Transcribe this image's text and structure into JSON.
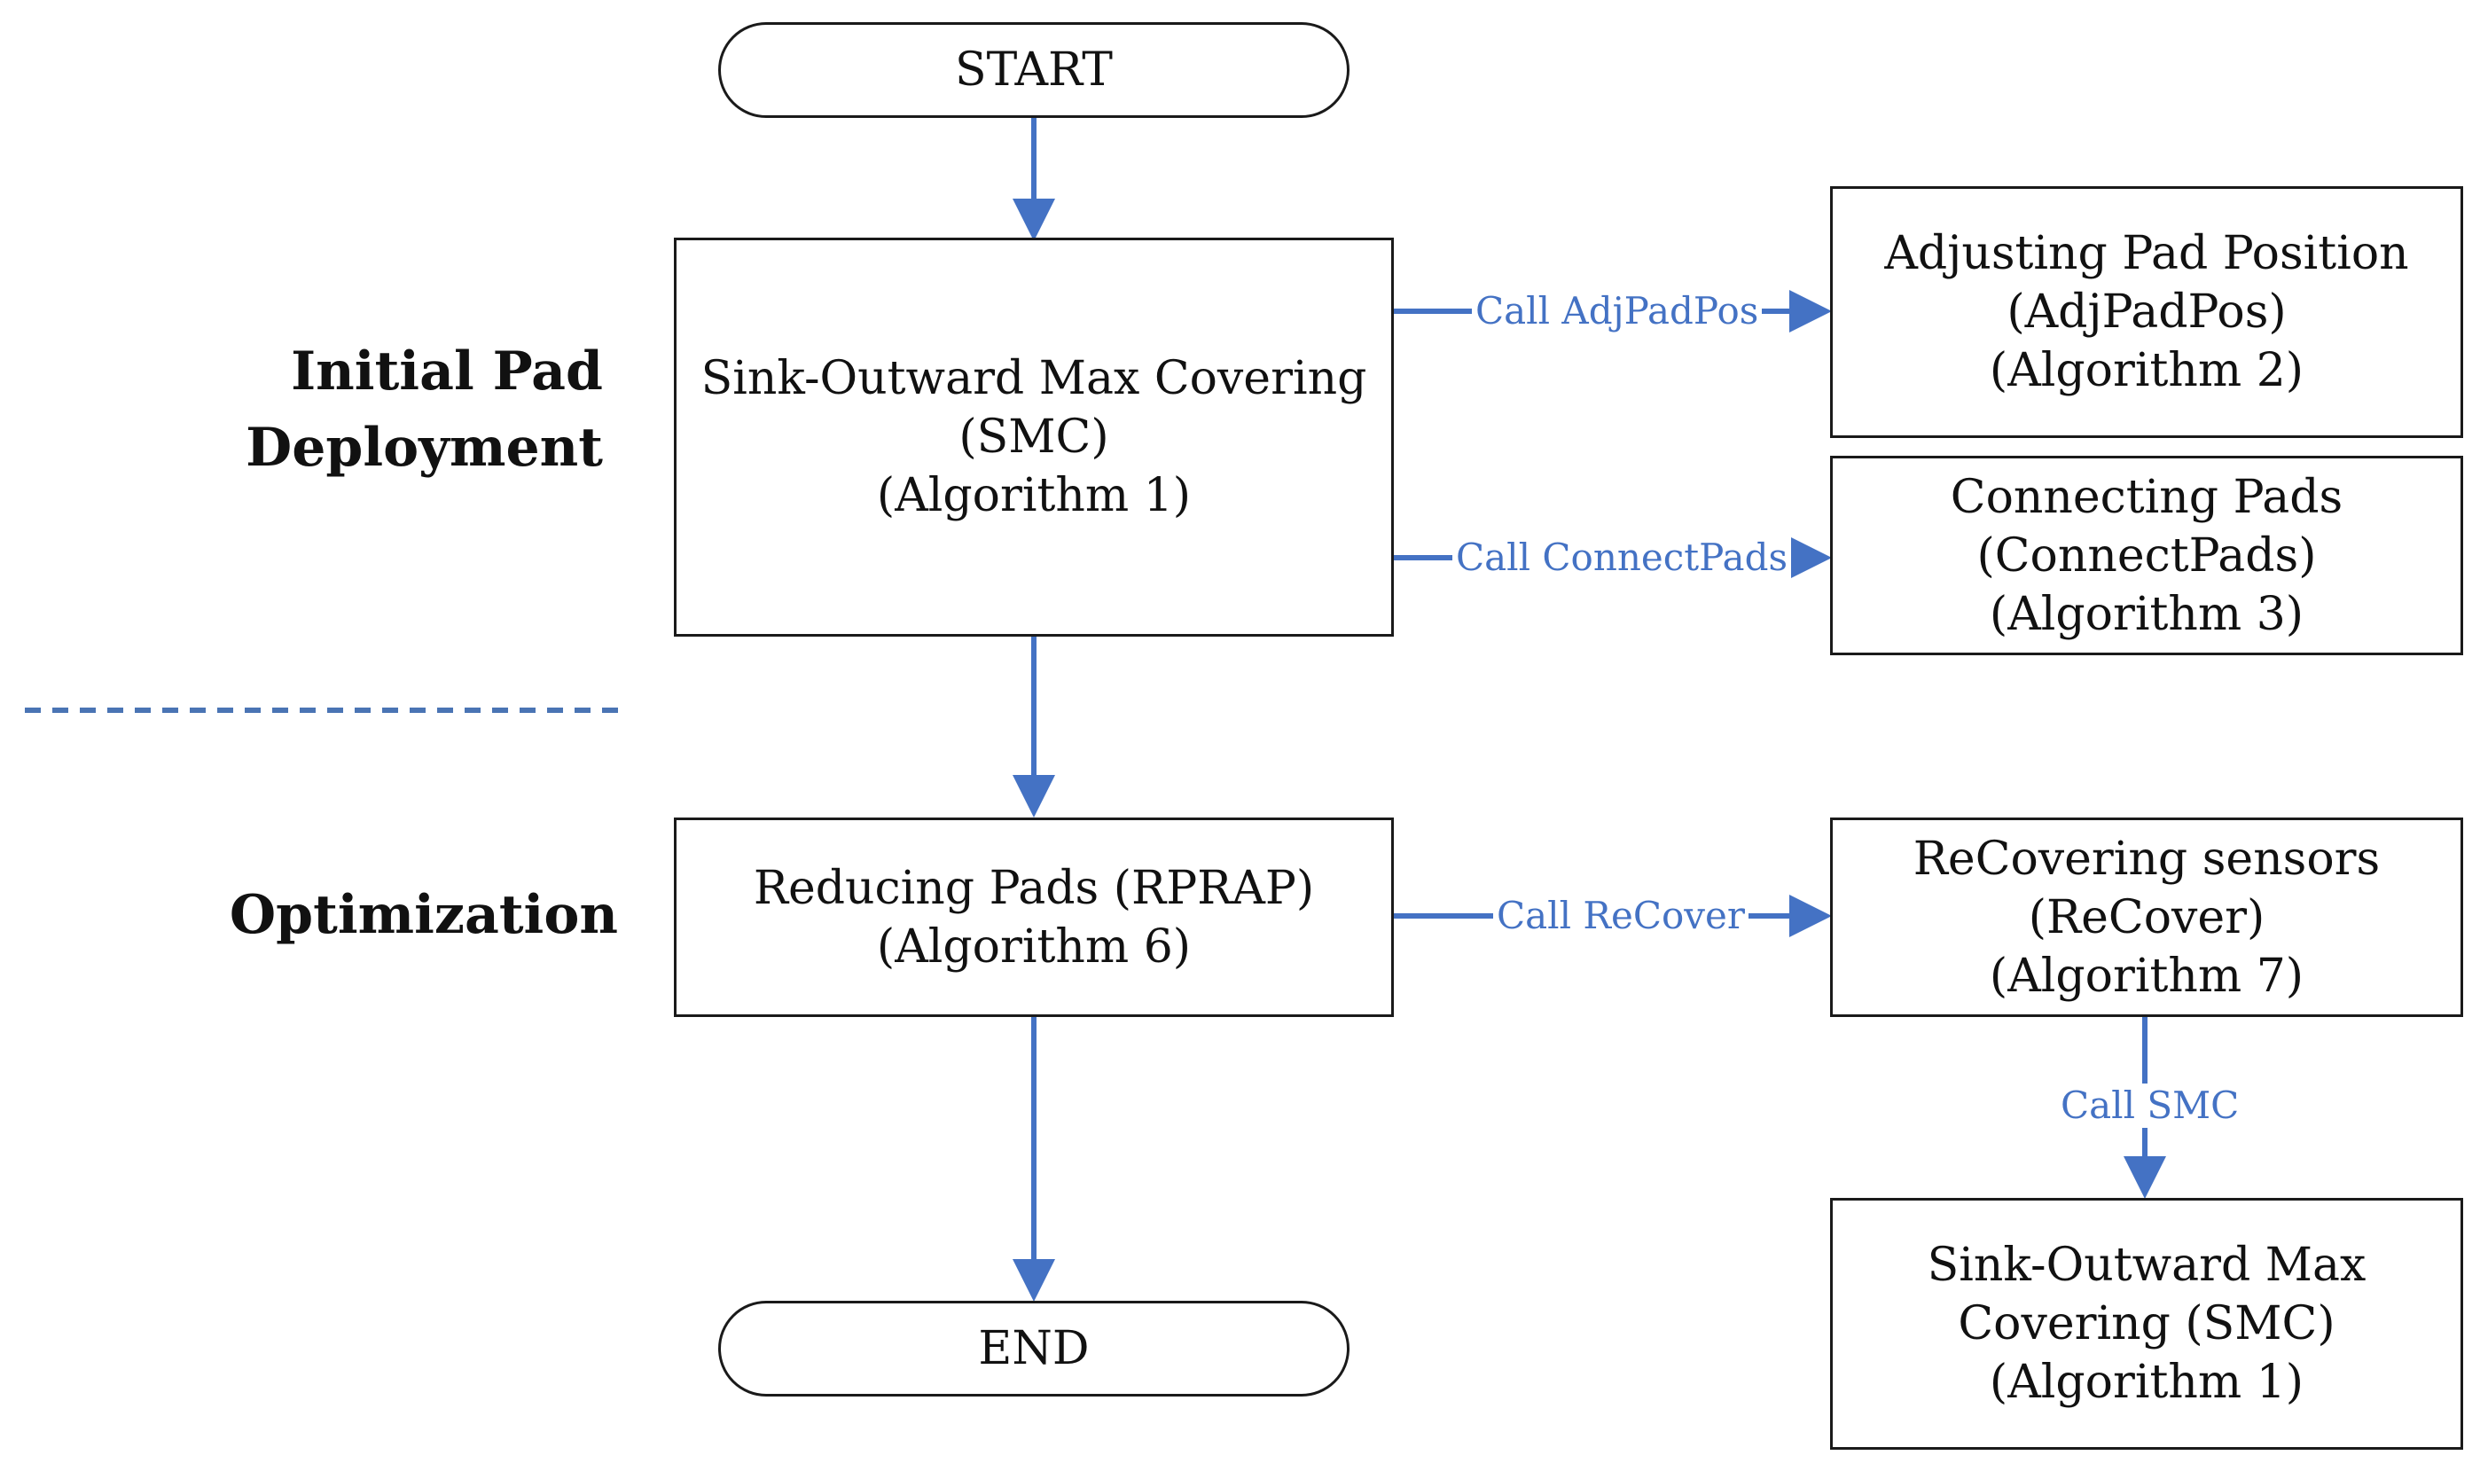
{
  "colors": {
    "connector": "#4472c4",
    "box_border": "#1a1a1a",
    "text": "#111111"
  },
  "phases": {
    "initial": [
      "Initial Pad",
      "Deployment"
    ],
    "optimization": "Optimization"
  },
  "nodes": {
    "start": "START",
    "end": "END",
    "smc": [
      "Sink-Outward Max Covering",
      "(SMC)",
      "(Algorithm 1)"
    ],
    "adjpadpos": [
      "Adjusting Pad Position",
      "(AdjPadPos)",
      "(Algorithm 2)"
    ],
    "connectpads": [
      "Connecting Pads",
      "(ConnectPads)",
      "(Algorithm 3)"
    ],
    "rprap": [
      "Reducing Pads (RPRAP)",
      "(Algorithm 6)"
    ],
    "recover": [
      "ReCovering sensors",
      "(ReCover)",
      "(Algorithm 7)"
    ],
    "smc2": [
      "Sink-Outward Max",
      "Covering (SMC)",
      "(Algorithm 1)"
    ]
  },
  "calls": {
    "adjpadpos": "Call AdjPadPos",
    "connectpads": "Call ConnectPads",
    "recover": "Call ReCover",
    "smc": "Call SMC"
  }
}
